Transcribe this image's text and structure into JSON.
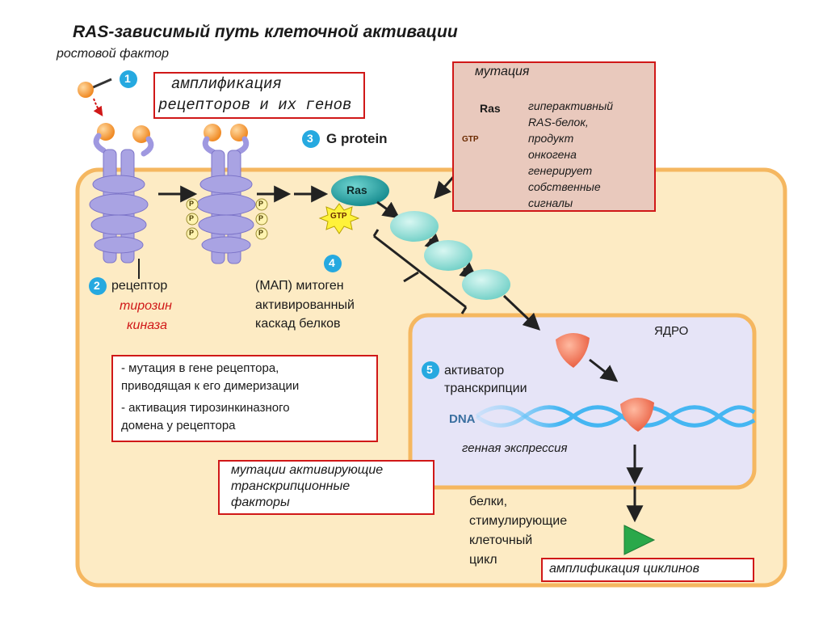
{
  "title": "RAS-зависимый путь клеточной активации",
  "growth_factor": "ростовой фактор",
  "steps": {
    "s1": "1",
    "s2": "2",
    "s3": "3",
    "s4": "4",
    "s5": "5"
  },
  "amplification_box": [
    "амплификация",
    "рецепторов и их генов"
  ],
  "receptor": "рецептор",
  "tyrosine_kinase": [
    "тирозин",
    "киназа"
  ],
  "g_protein": "G protein",
  "ras": "Ras",
  "gtp": "GTP",
  "phosphate": "P",
  "mutation_box": {
    "header": "мутация",
    "lines": [
      "гиперактивный",
      "RAS-белок,",
      "продукт",
      "онкогена",
      "генерирует",
      "собственные",
      "сигналы"
    ]
  },
  "map_cascade": [
    "(МАП)  митоген",
    "активированный",
    "каскад белков"
  ],
  "nucleus": "ЯДРО",
  "receptor_mutation_box": [
    "- мутация в гене рецептора,",
    "приводящая к его димеризации",
    "- активация тирозинкиназного",
    "домена у рецептора"
  ],
  "transcription_activator": [
    "активатор",
    "транскрипции"
  ],
  "dna": "DNA",
  "gene_expression": "генная экспрессия",
  "tf_mutation_box": [
    "мутации активирующие",
    "транскрипционные",
    "факторы"
  ],
  "proteins": [
    "белки,",
    "стимулирующие",
    "клеточный",
    "цикл"
  ],
  "cyclin_box": "амплификация циклинов",
  "colors": {
    "cell": "#fdebc4",
    "cell_border": "#f5b760",
    "nucleus": "#e6e4f7",
    "receptor": "#a9a3e3",
    "ras": "#25a6a6",
    "cascade": "#8fe0d8",
    "red": "#d01818",
    "mutation_bg": "#e9c9bd",
    "step_circle": "#26a9e0"
  }
}
